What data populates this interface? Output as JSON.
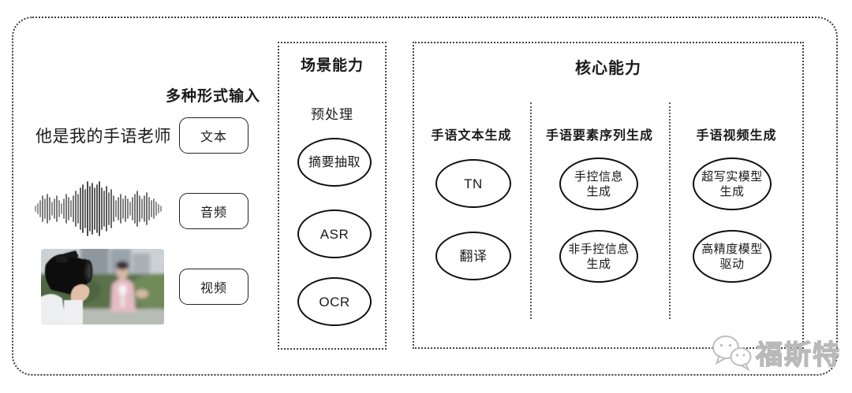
{
  "input": {
    "title": "多种形式输入",
    "sentence": "他是我的手语老师",
    "types": [
      {
        "label": "文本"
      },
      {
        "label": "音频"
      },
      {
        "label": "视频"
      }
    ],
    "waveform_icon": "audio-waveform",
    "photo_icon": "camera-filming-reporter-photo"
  },
  "scene": {
    "title": "场景能力",
    "subtitle": "预处理",
    "nodes": [
      "摘要抽取",
      "ASR",
      "OCR"
    ]
  },
  "core": {
    "title": "核心能力",
    "columns": [
      {
        "header": "手语文本生成",
        "nodes": [
          "TN",
          "翻译"
        ]
      },
      {
        "header": "手语要素序列生成",
        "nodes": [
          "手控信息\n生成",
          "非手控信息\n生成"
        ]
      },
      {
        "header": "手语视频生成",
        "nodes": [
          "超写实模型\n生成",
          "高精度模型\n驱动"
        ]
      }
    ]
  },
  "watermark": {
    "text": "福斯特",
    "icon": "wechat-icon",
    "color": "#bdbdbd"
  },
  "colors": {
    "line": "#1a1a1a",
    "background": "#ffffff"
  }
}
